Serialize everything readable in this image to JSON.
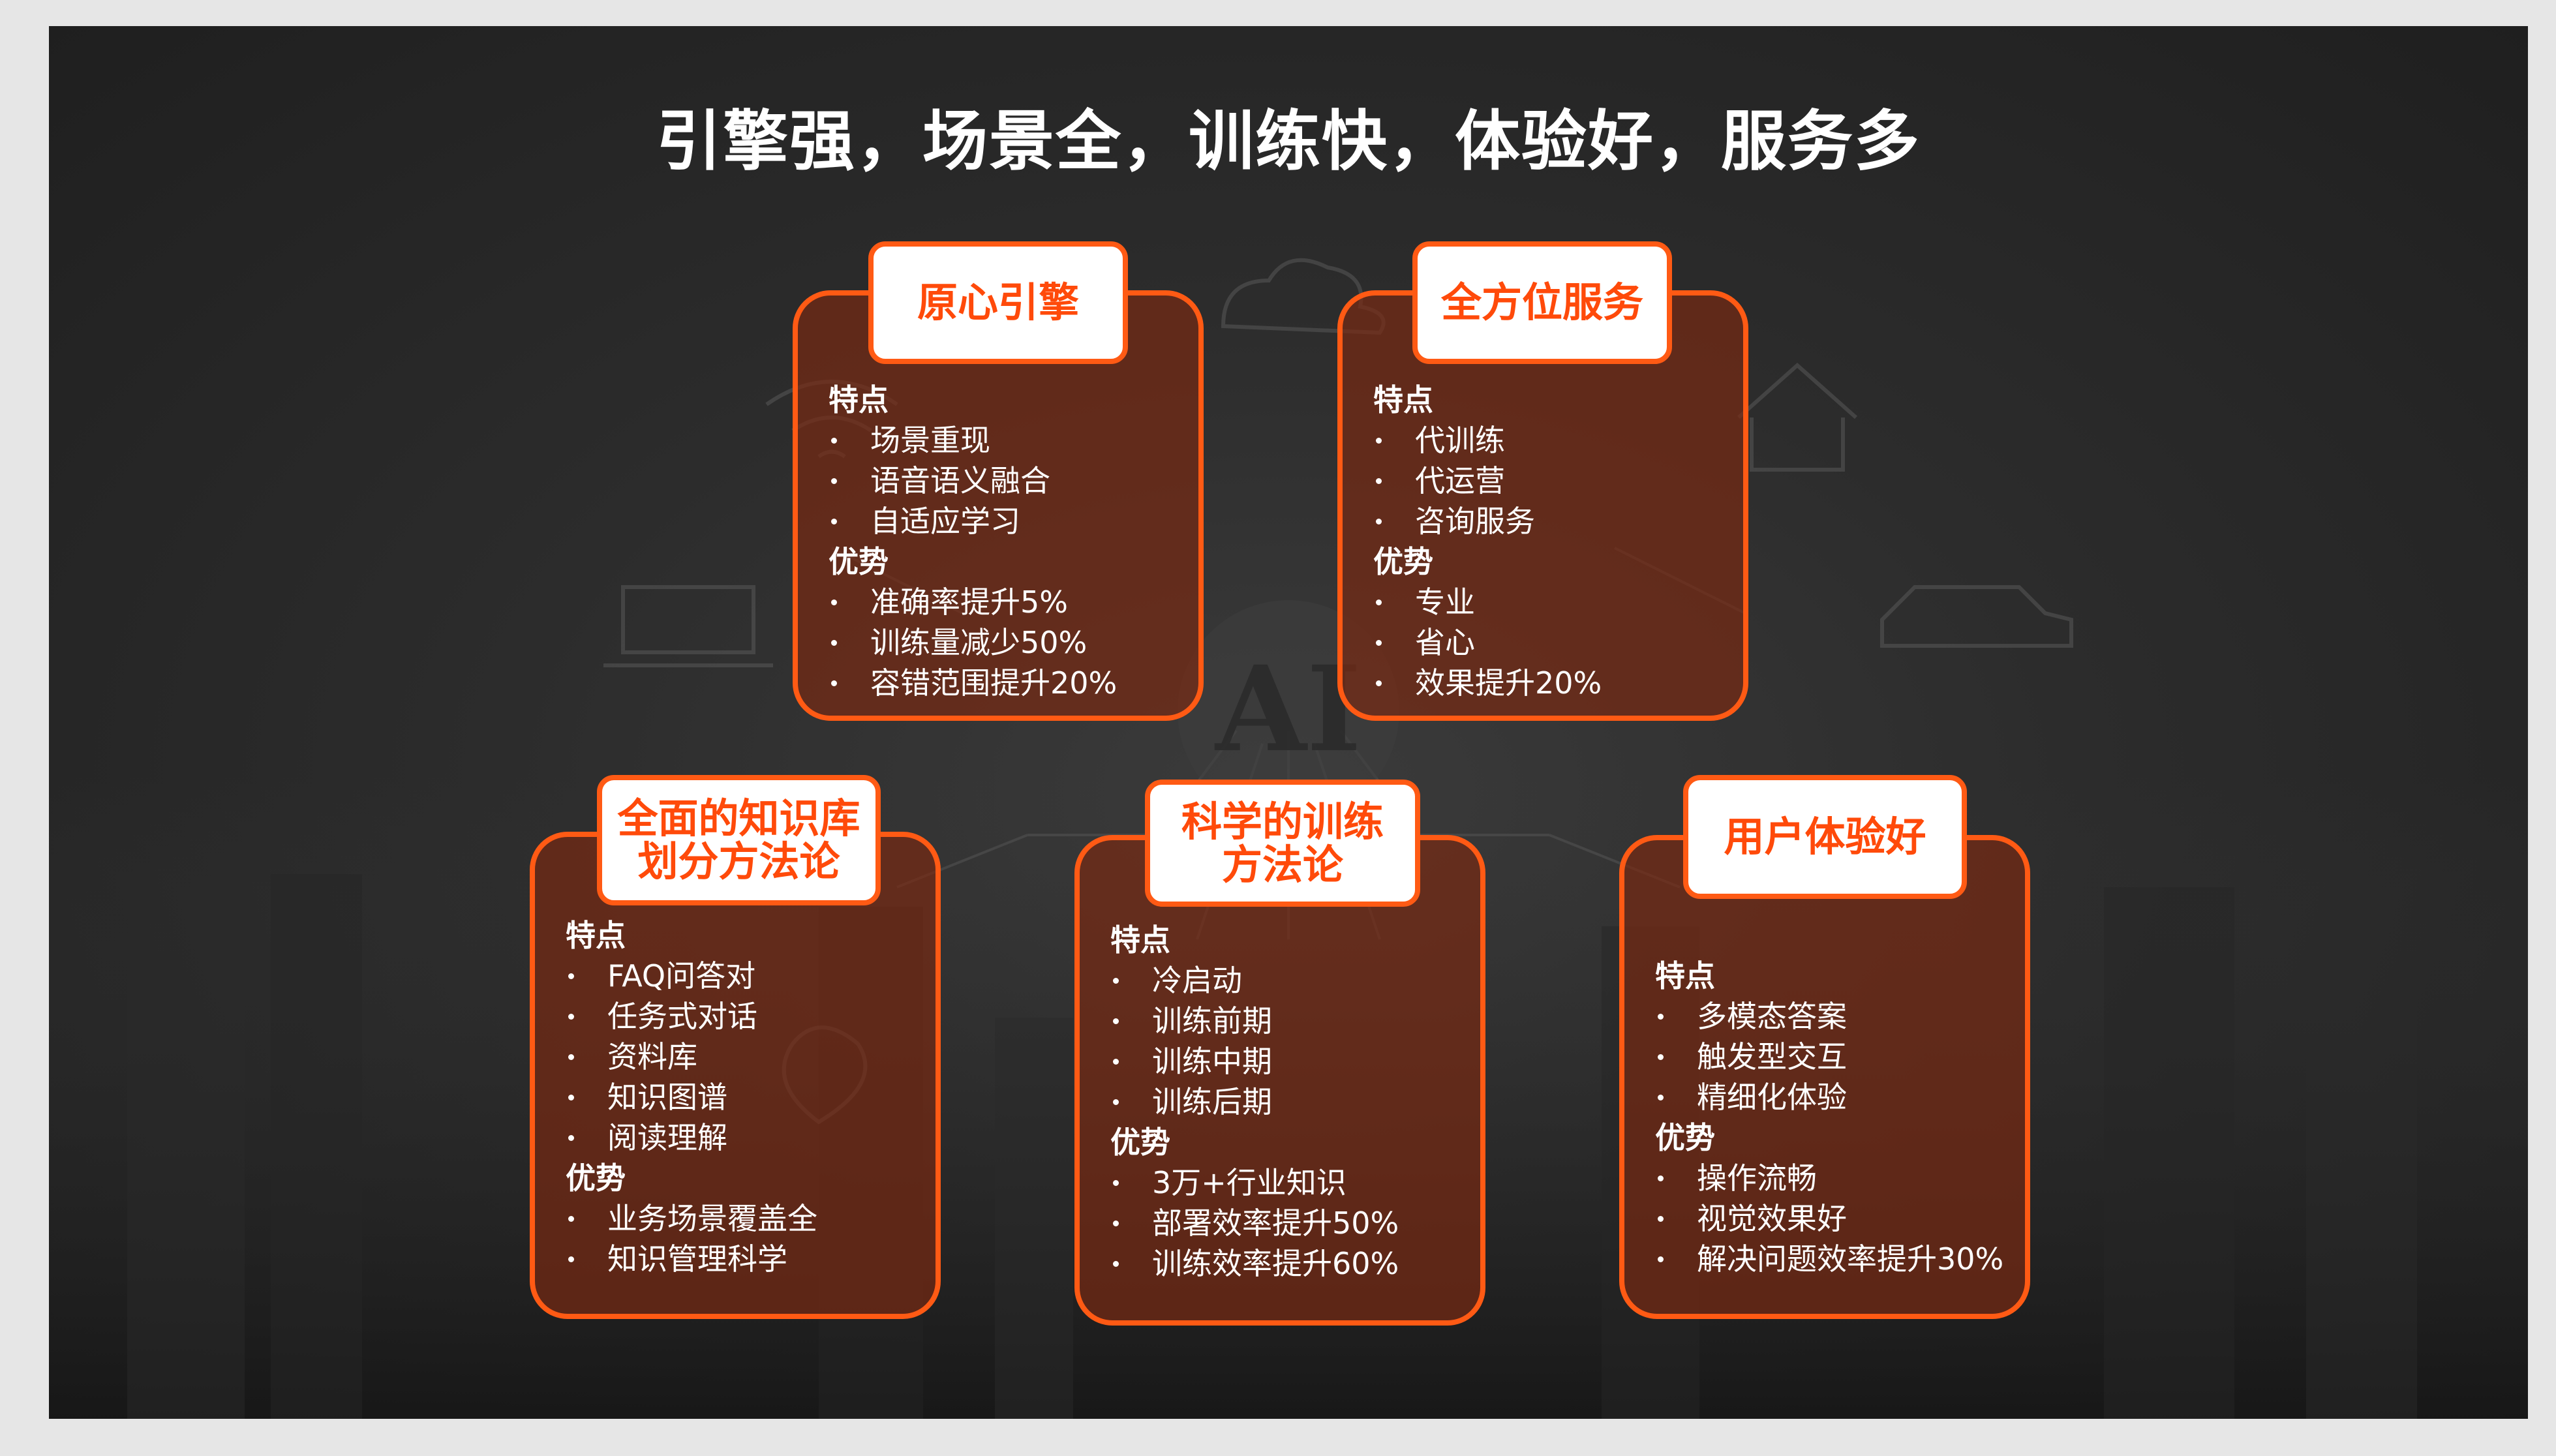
{
  "slide": {
    "title": "引擎强，场景全，训练快，体验好，服务多",
    "accent_color": "#ff5a14",
    "card_fill": "#7a2a12",
    "background_color": "#2c2c2c"
  },
  "background_decor": {
    "center_badge_text": "AI",
    "icons": [
      "cloud-icon",
      "wifi-icon",
      "house-icon",
      "laptop-icon",
      "car-icon",
      "location-pin-icon",
      "dollar-icon"
    ]
  },
  "cards": [
    {
      "title": "原心引擎",
      "sections": [
        {
          "heading": "特点",
          "items": [
            "场景重现",
            "语音语义融合",
            "自适应学习"
          ]
        },
        {
          "heading": "优势",
          "items": [
            "准确率提升5%",
            "训练量减少50%",
            "容错范围提升20%"
          ]
        }
      ]
    },
    {
      "title": "全方位服务",
      "sections": [
        {
          "heading": "特点",
          "items": [
            "代训练",
            "代运营",
            "咨询服务"
          ]
        },
        {
          "heading": "优势",
          "items": [
            "专业",
            "省心",
            "效果提升20%"
          ]
        }
      ]
    },
    {
      "title": "全面的知识库\n划分方法论",
      "sections": [
        {
          "heading": "特点",
          "items": [
            "FAQ问答对",
            "任务式对话",
            "资料库",
            "知识图谱",
            "阅读理解"
          ]
        },
        {
          "heading": "优势",
          "items": [
            "业务场景覆盖全",
            "知识管理科学"
          ]
        }
      ]
    },
    {
      "title": "科学的训练\n方法论",
      "sections": [
        {
          "heading": "特点",
          "items": [
            "冷启动",
            "训练前期",
            "训练中期",
            "训练后期"
          ]
        },
        {
          "heading": "优势",
          "items": [
            "3万+行业知识",
            "部署效率提升50%",
            "训练效率提升60%"
          ]
        }
      ]
    },
    {
      "title": "用户体验好",
      "sections": [
        {
          "heading": "特点",
          "items": [
            "多模态答案",
            "触发型交互",
            "精细化体验"
          ]
        },
        {
          "heading": "优势",
          "items": [
            "操作流畅",
            "视觉效果好",
            "解决问题效率提升30%"
          ]
        }
      ]
    }
  ]
}
